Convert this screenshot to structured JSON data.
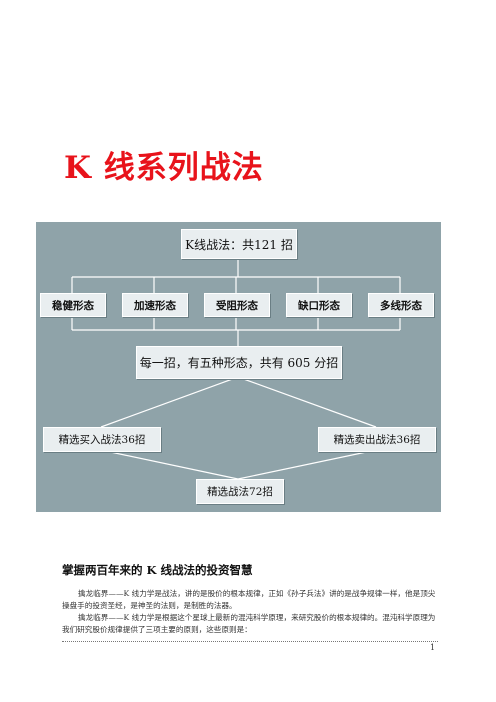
{
  "document": {
    "title": "K 线系列战法",
    "section_heading": "掌握两百年来的 K 线战法的投资智慧",
    "paragraphs": [
      "擒龙临界——K 线力学是战法，讲的是股价的根本规律，正如《孙子兵法》讲的是战争规律一样，他是顶尖操盘手的投资圣经，是神圣的法则，是制胜的法器。",
      "擒龙临界——K 线力学是根据这个星球上最新的混沌科学原理，来研究股价的根本规律的。混沌科学原理为我们研究股价规律提供了三项主要的原则，这些原则是："
    ],
    "page_number": "1"
  },
  "diagram": {
    "top": "K线战法：共121 招",
    "forms": [
      "稳健形态",
      "加速形态",
      "受阻形态",
      "缺口形态",
      "多线形态"
    ],
    "middle": "每一招，有五种形态，共有 605 分招",
    "buy": "精选买入战法36招",
    "sell": "精选卖出战法36招",
    "bottom": "精选战法72招",
    "colors": {
      "background": "#8fa3a9",
      "box": "#e9eef0",
      "line": "#ffffff"
    }
  }
}
